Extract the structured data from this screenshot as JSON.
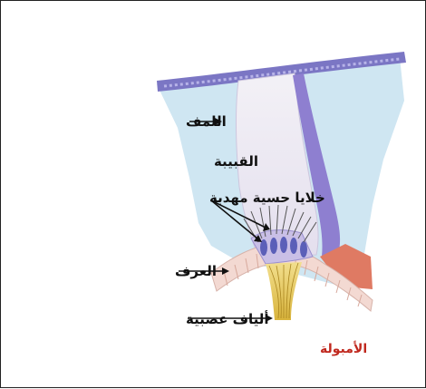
{
  "labels": {
    "endolymph": "اللمف",
    "cupula": "القبيبة",
    "hair_cells": "خلايا حسية مهدبة",
    "crista": "العرف",
    "nerve_fibers": "ألياف عصبية",
    "ampulla": "الأمبولة"
  },
  "colors": {
    "fluid": "#cfe6f2",
    "cupula": "#ece8f1",
    "membrane": "#7b76c4",
    "purple_band": "#8e7fd0",
    "crista_tissue": "#f3d9d2",
    "red_tissue": "#df7a63",
    "nerve": "#e5c65a",
    "ampulla_text": "#c0281e"
  }
}
